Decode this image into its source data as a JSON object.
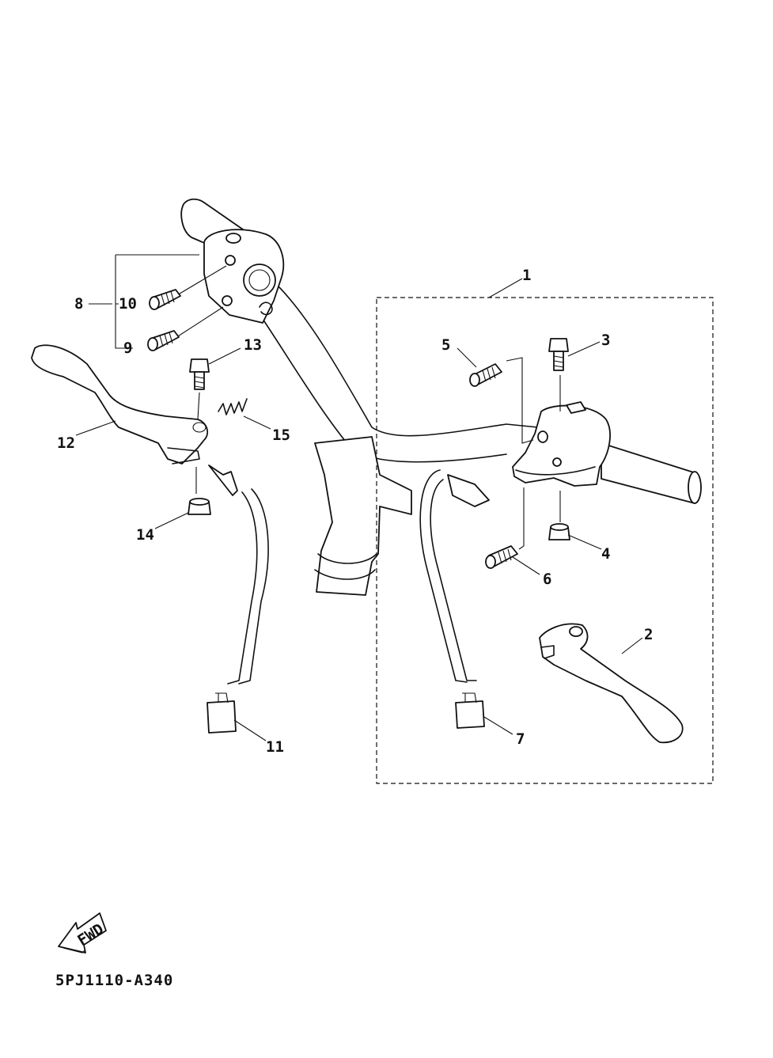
{
  "callouts": [
    "1",
    "2",
    "3",
    "4",
    "5",
    "6",
    "7",
    "8",
    "9",
    "10",
    "11",
    "12",
    "13",
    "14",
    "15"
  ],
  "arrow_label": "FWD",
  "diagram_code": "5PJ1110-A340"
}
